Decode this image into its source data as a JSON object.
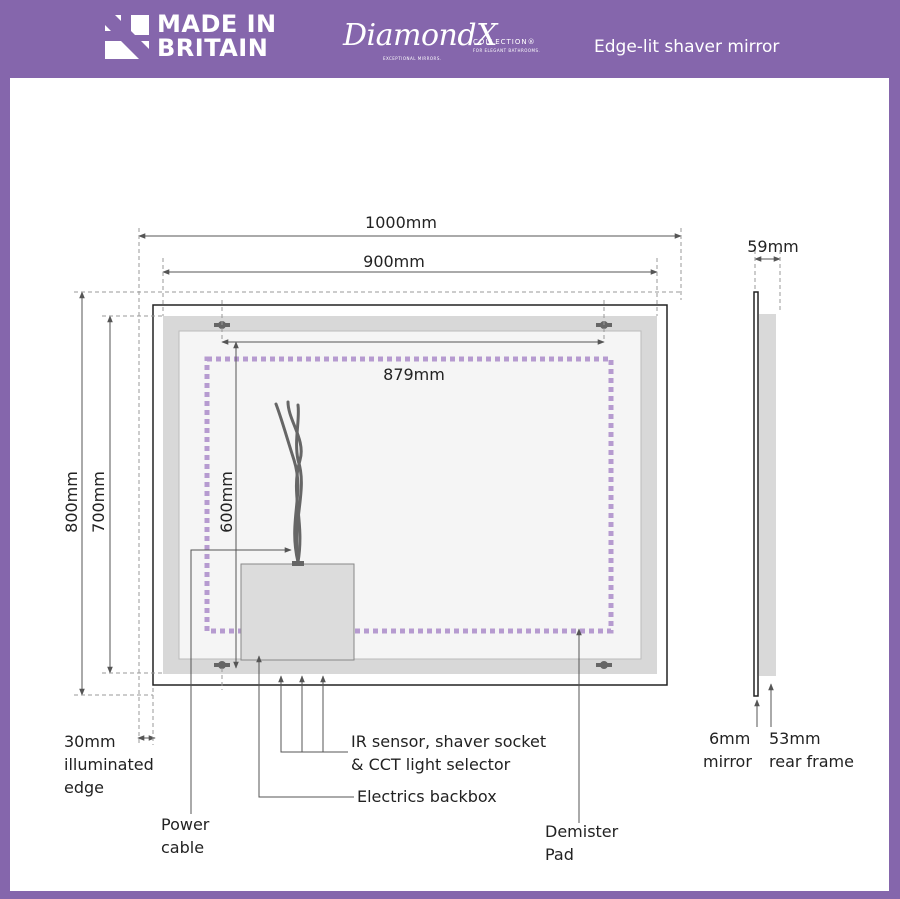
{
  "header": {
    "brand_made": [
      "MADE IN",
      "BRITAIN"
    ],
    "brand_diamond_script": "DiamondX",
    "brand_diamond_collection": "COLLECTION®",
    "brand_diamond_tagline": "EXCEPTIONAL MIRRORS.",
    "brand_diamond_tagline2": "FOR ELEGANT BATHROOMS.",
    "title": "Edge-lit shaver mirror"
  },
  "diagram": {
    "dimensions": {
      "overall_width": "1000mm",
      "inner_width": "900mm",
      "demister_width": "879mm",
      "overall_height": "800mm",
      "inner_height": "700mm",
      "demister_height": "600mm",
      "depth": "59mm",
      "illuminated_edge": [
        "30mm",
        "illuminated",
        "edge"
      ],
      "mirror": [
        "6mm",
        "mirror"
      ],
      "rear_frame": [
        "53mm",
        "rear frame"
      ]
    },
    "labels": {
      "ir_sensor": [
        "IR sensor, shaver socket",
        "& CCT light selector"
      ],
      "backbox": "Electrics backbox",
      "power_cable": [
        "Power",
        "cable"
      ],
      "demister": [
        "Demister",
        "Pad"
      ]
    },
    "colors": {
      "accent": "#8566ac",
      "demister_dots": "#b69bd0",
      "frame_grey": "#d9d9d9",
      "backbox_grey": "#dcdcdc",
      "line": "#222222"
    }
  }
}
